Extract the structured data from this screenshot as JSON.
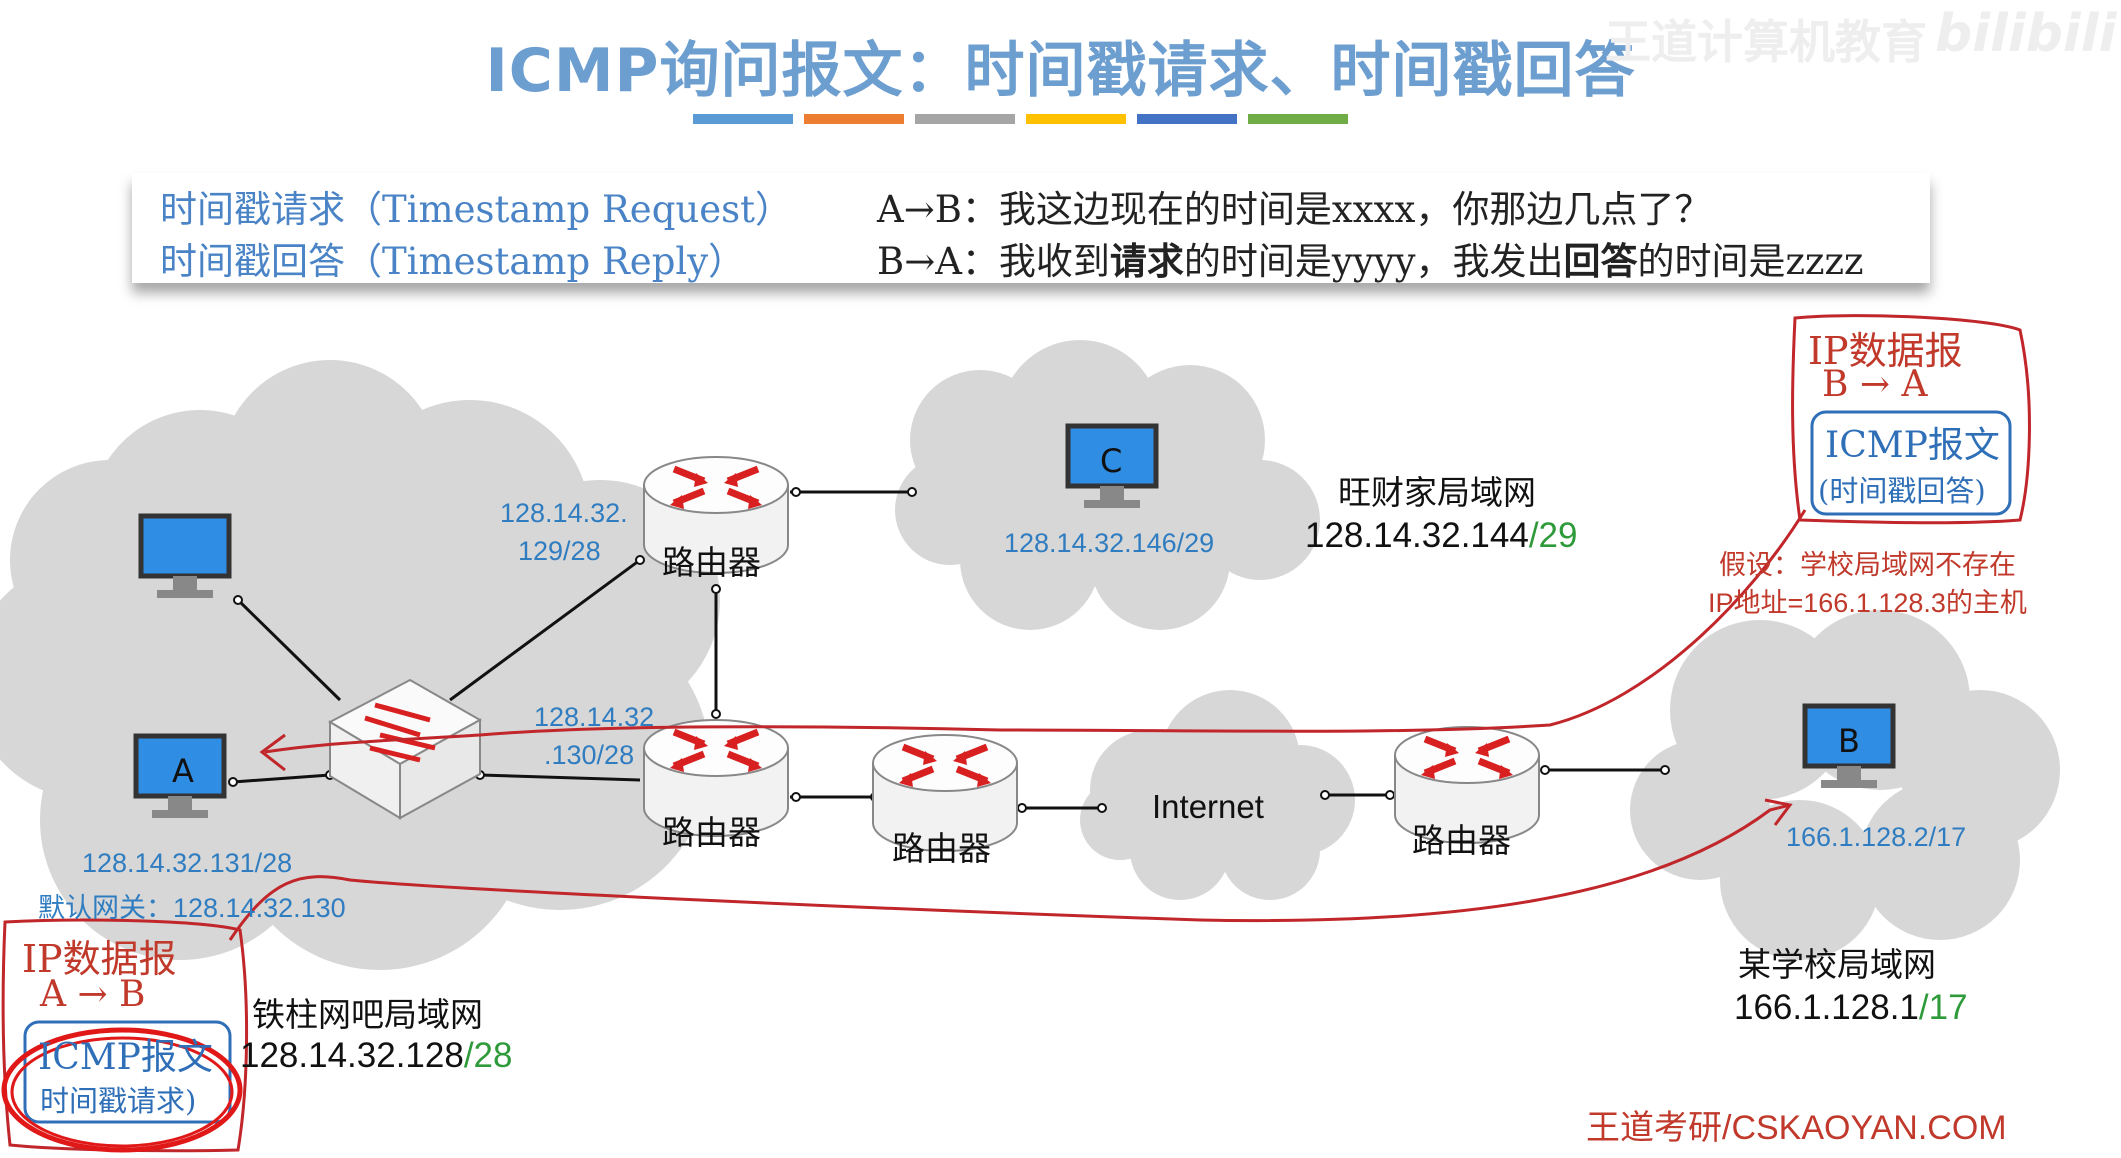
{
  "title": "ICMP询问报文：时间戳请求、时间戳回答",
  "title_bar_colors": [
    "#5b9bd5",
    "#ed7d31",
    "#a5a5a5",
    "#ffc000",
    "#4472c4",
    "#70ad47"
  ],
  "watermark": "王道计算机教育",
  "watermark_logo": "bilibili",
  "definitions": {
    "request_name": "时间戳请求（Timestamp Request）",
    "reply_name": "时间戳回答（Timestamp Reply）",
    "request_desc": "A→B：我这边现在的时间是xxxx，你那边几点了？",
    "reply_desc_1": "B→A：我收到",
    "reply_desc_bold_1": "请求",
    "reply_desc_2": "的时间是yyyy，我发出",
    "reply_desc_bold_2": "回答",
    "reply_desc_3": "的时间是zzzz"
  },
  "hosts": {
    "A": "A",
    "B": "B",
    "C": "C"
  },
  "router_label": "路由器",
  "internet_label": "Internet",
  "labels": {
    "router1_ip_line1": "128.14.32.",
    "router1_ip_line2": "129/28",
    "router2_ip_line1": "128.14.32",
    "router2_ip_line2": ".130/28",
    "c_ip": "128.14.32.146/29",
    "a_ip": "128.14.32.131/28",
    "a_gateway": "默认网关：128.14.32.130",
    "b_ip": "166.1.128.2/17"
  },
  "networks": {
    "wangcai_name": "旺财家局域网",
    "wangcai_addr": "128.14.32.144",
    "wangcai_mask": "/29",
    "school_name": "某学校局域网",
    "school_addr": "166.1.128.1",
    "school_mask": "/17",
    "tiezhu_name": "铁柱网吧局域网",
    "tiezhu_addr": "128.14.32.128",
    "tiezhu_mask": "/28"
  },
  "assumption_line1": "假设：学校局域网不存在",
  "assumption_line2": "IP地址=166.1.128.3的主机",
  "annotations": {
    "right_ip": "IP数据报",
    "right_dir": "B → A",
    "right_icmp": "ICMP报文",
    "right_type": "(时间戳回答)",
    "left_ip": "IP数据报",
    "left_dir": "A → B",
    "left_icmp": "ICMP报文",
    "left_type": "时间戳请求)"
  },
  "footer": "王道考研/CSKAOYAN.COM"
}
